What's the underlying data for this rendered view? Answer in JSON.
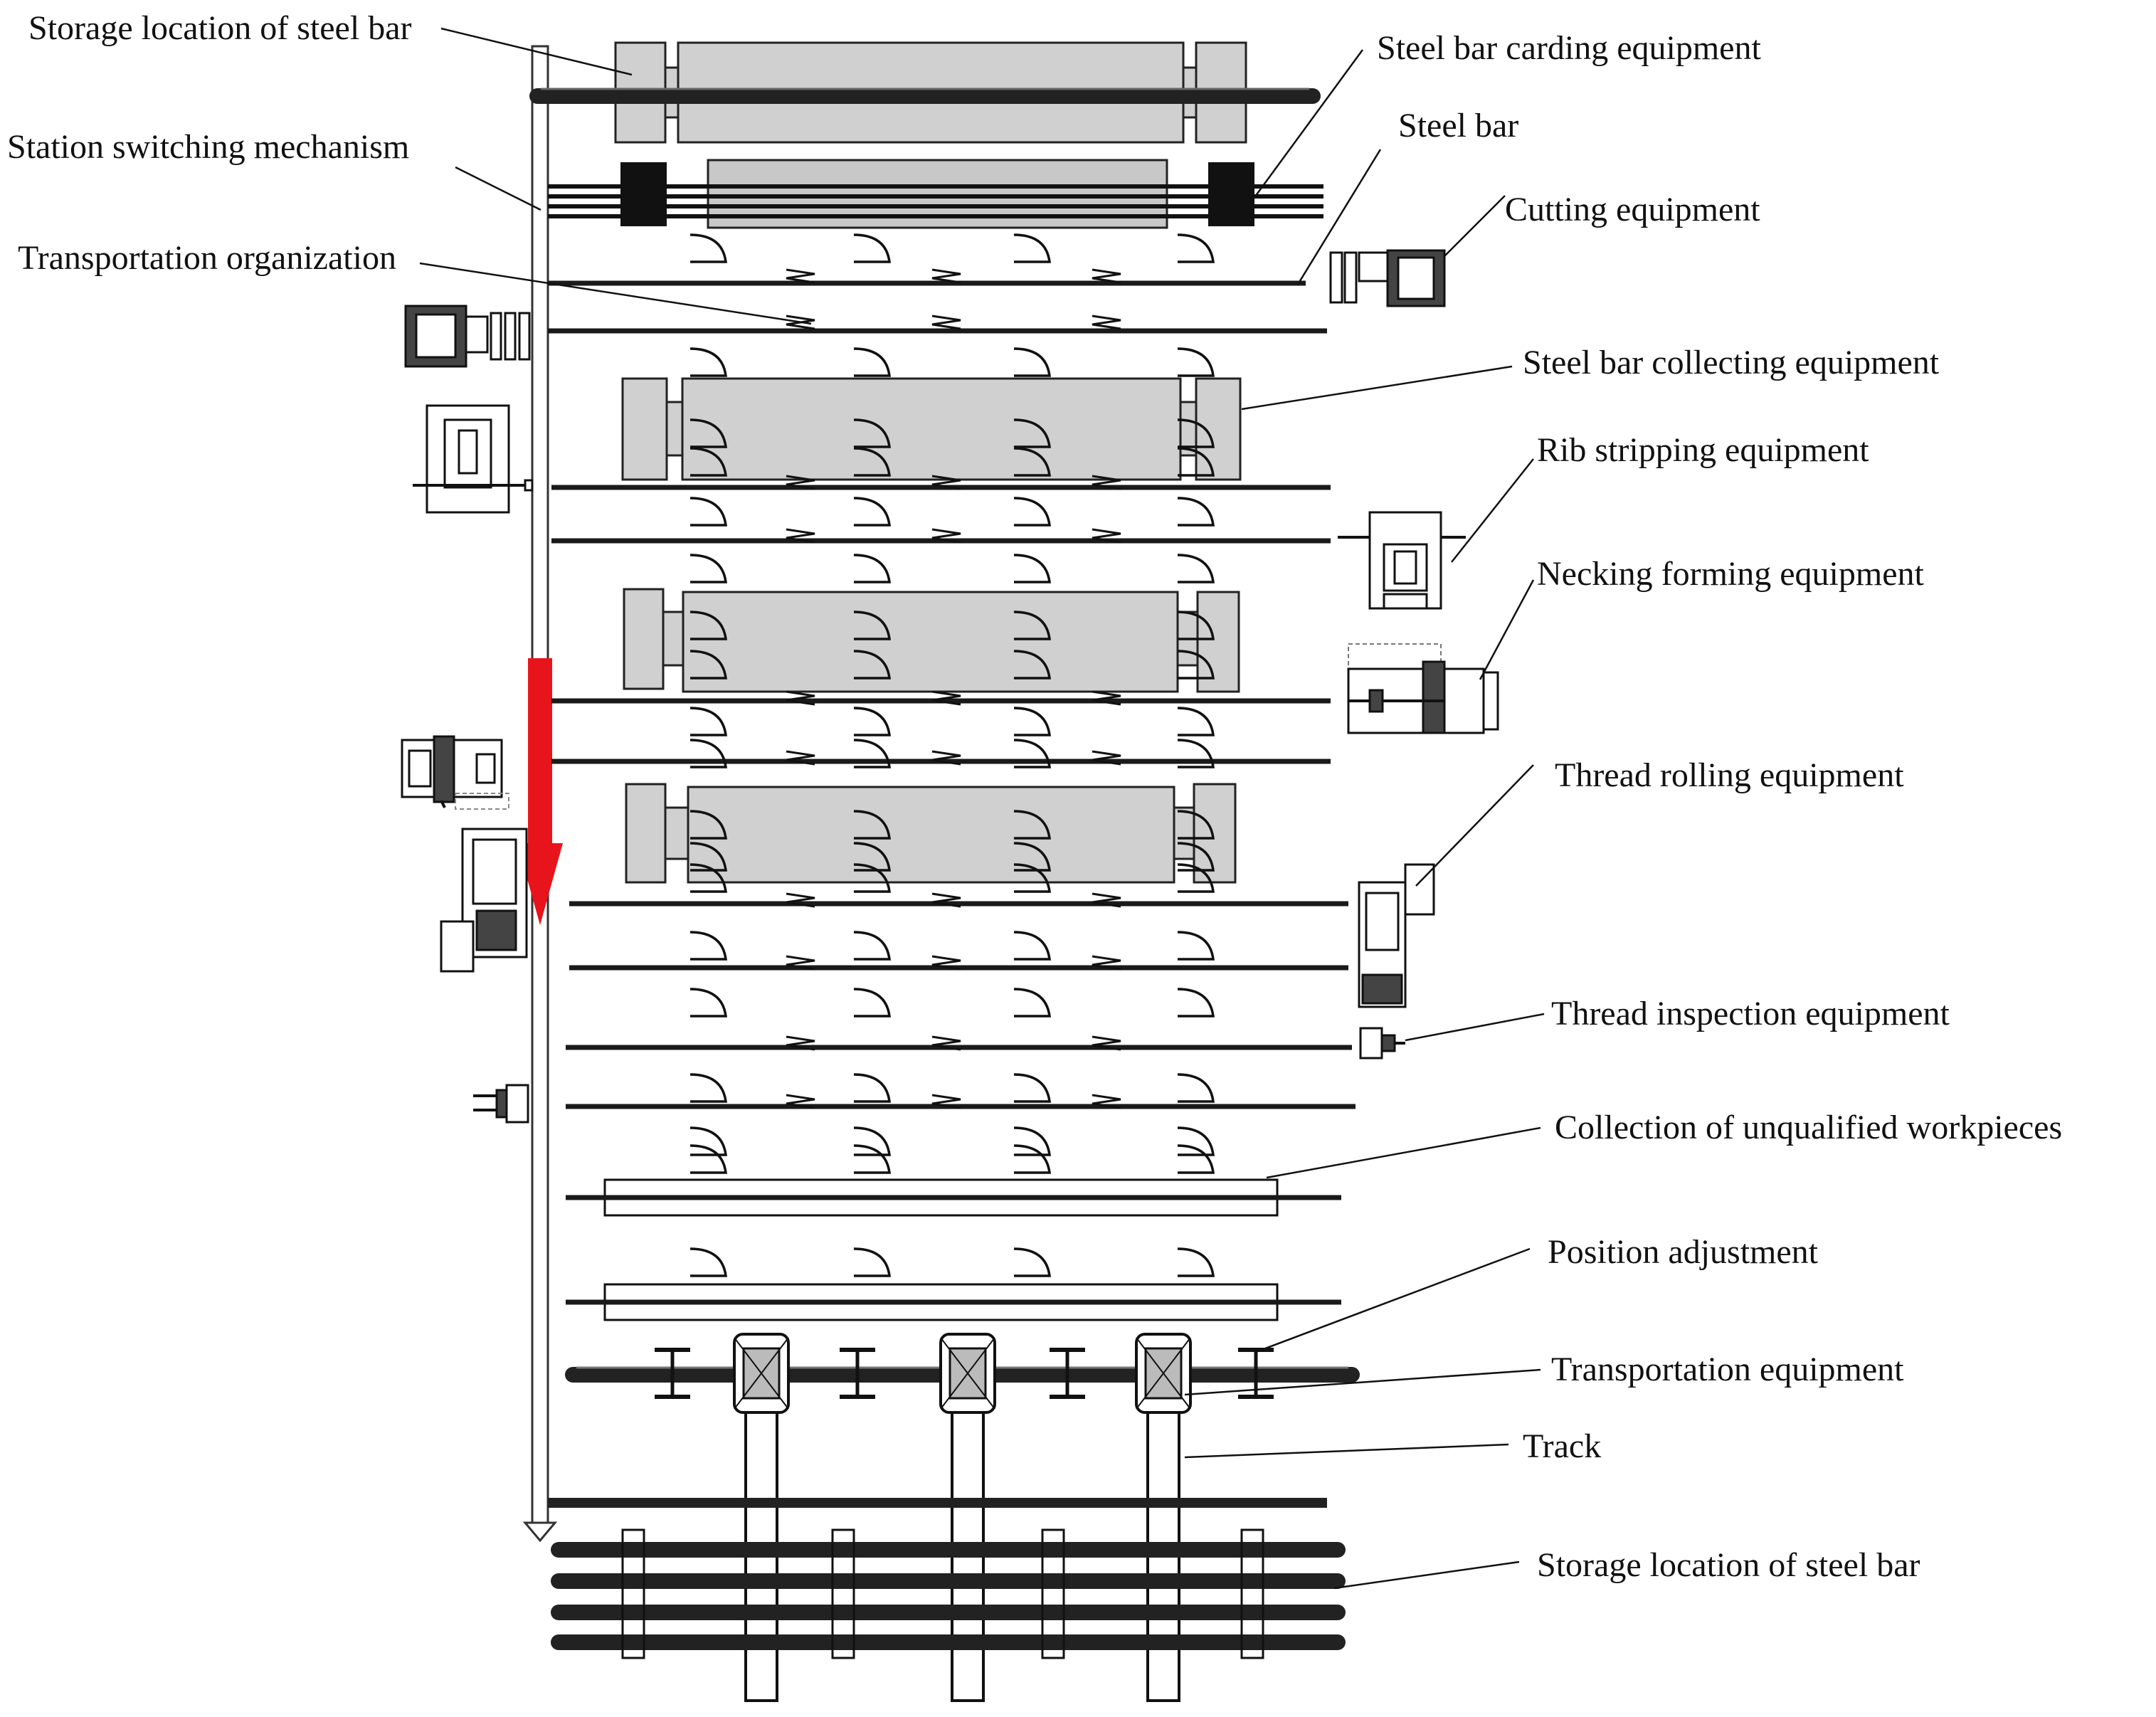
{
  "labels": {
    "storage_top": "Storage location of steel bar",
    "carding": "Steel bar carding equipment",
    "switching": "Station switching mechanism",
    "steel_bar": "Steel bar",
    "cutting": "Cutting equipment",
    "transport_org": "Transportation  organization",
    "collecting": "Steel bar collecting equipment",
    "rib": "Rib stripping equipment",
    "necking": "Necking forming equipment",
    "thread_rolling": "Thread rolling equipment",
    "thread_inspection": "Thread inspection equipment",
    "unqualified": "Collection of unqualified workpieces",
    "position": "Position adjustment",
    "transport_equipment": "Transportation equipment",
    "track": "Track",
    "storage_bottom": "Storage location of steel bar"
  },
  "colors": {
    "flow_arrow": "#e8141c",
    "roller": "#d0d0d0",
    "line": "#111111"
  }
}
